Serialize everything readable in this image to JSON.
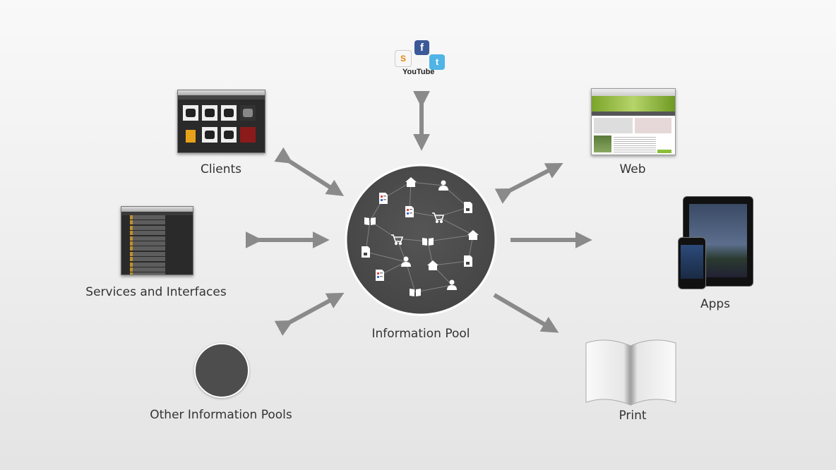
{
  "diagram": {
    "center_label": "Information Pool",
    "nodes": [
      {
        "id": "clients",
        "label": "Clients"
      },
      {
        "id": "services",
        "label": "Services and Interfaces"
      },
      {
        "id": "other",
        "label": "Other Information Pools"
      },
      {
        "id": "social",
        "label": ""
      },
      {
        "id": "web",
        "label": "Web"
      },
      {
        "id": "apps",
        "label": "Apps"
      },
      {
        "id": "print",
        "label": "Print"
      }
    ],
    "social_logos": {
      "youtube": "YouTube",
      "facebook": "f"
    },
    "colors": {
      "pool": "#4d4d4d",
      "arrow": "#8a8a8a",
      "label": "#333333"
    }
  }
}
